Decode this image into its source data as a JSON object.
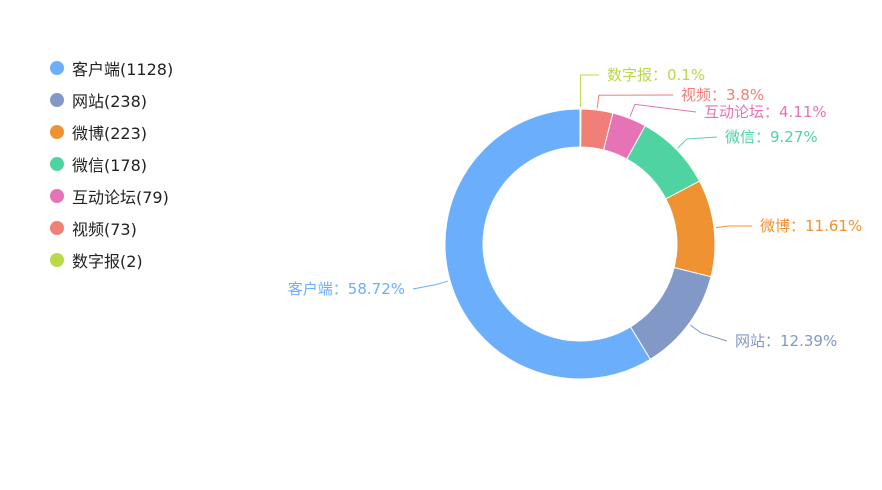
{
  "chart_data": {
    "type": "pie",
    "variant": "donut",
    "legend_position": "top-left",
    "series": [
      {
        "name": "客户端",
        "value": 1128,
        "percent": "58.72%",
        "color": "#6aaefc",
        "legend_label": "客户端(1128)",
        "label": "客户端：58.72%"
      },
      {
        "name": "网站",
        "value": 238,
        "percent": "12.39%",
        "color": "#8298c6",
        "legend_label": "网站(238)",
        "label": "网站：12.39%"
      },
      {
        "name": "微博",
        "value": 223,
        "percent": "11.61%",
        "color": "#ef9231",
        "legend_label": "微博(223)",
        "label": "微博：11.61%"
      },
      {
        "name": "微信",
        "value": 178,
        "percent": "9.27%",
        "color": "#4fd3a0",
        "legend_label": "微信(178)",
        "label": "微信：9.27%"
      },
      {
        "name": "互动论坛",
        "value": 79,
        "percent": "4.11%",
        "color": "#e573b6",
        "legend_label": "互动论坛(79)",
        "label": "互动论坛：4.11%"
      },
      {
        "name": "视频",
        "value": 73,
        "percent": "3.8%",
        "color": "#ef7f77",
        "legend_label": "视频(73)",
        "label": "视频：3.8%"
      },
      {
        "name": "数字报",
        "value": 2,
        "percent": "0.1%",
        "color": "#b9d84a",
        "legend_label": "数字报(2)",
        "label": "数字报：0.1%"
      }
    ]
  }
}
